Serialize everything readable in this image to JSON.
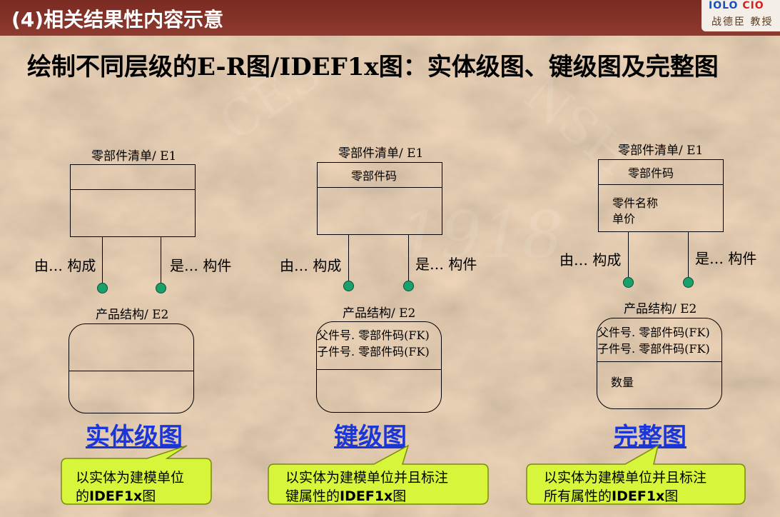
{
  "header": {
    "section_title": "(4)相关结果性内容示意",
    "logo_text_blue": "IOLO",
    "logo_text_red": "CIO",
    "logo_name": "战德臣 教授"
  },
  "slide": {
    "title_part1": "绘制不同层级的",
    "title_part2": "E-R图/IDEF1x图",
    "title_part3": "：实体级图、键级图及完整图"
  },
  "diagrams": [
    {
      "parent_entity": "零部件清单/ E1",
      "parent_key": "",
      "parent_attrs": [],
      "rel_left": "由… 构成",
      "rel_right": "是… 构件",
      "child_entity": "产品结构/ E2",
      "child_keys": [],
      "child_attrs": [],
      "level_label": "实体级图",
      "callout_line1": "以实体为建模单位",
      "callout_line2_plain": "的",
      "callout_line2_bold": "IDEF1x",
      "callout_line2_tail": "图"
    },
    {
      "parent_entity": "零部件清单/ E1",
      "parent_key": "零部件码",
      "parent_attrs": [],
      "rel_left": "由… 构成",
      "rel_right": "是… 构件",
      "child_entity": "产品结构/ E2",
      "child_keys": [
        "父件号. 零部件码(FK)",
        "子件号. 零部件码(FK)"
      ],
      "child_attrs": [],
      "level_label": "键级图",
      "callout_line1": "以实体为建模单位并且标注",
      "callout_line2_plain": "键属性的",
      "callout_line2_bold": "IDEF1x",
      "callout_line2_tail": "图"
    },
    {
      "parent_entity": "零部件清单/ E1",
      "parent_key": "零部件码",
      "parent_attrs": [
        "零件名称",
        "单价"
      ],
      "rel_left": "由… 构成",
      "rel_right": "是… 构件",
      "child_entity": "产品结构/ E2",
      "child_keys": [
        "父件号. 零部件码(FK)",
        "子件号. 零部件码(FK)"
      ],
      "child_attrs": [
        "数量"
      ],
      "level_label": "完整图",
      "callout_line1": "以实体为建模单位并且标注",
      "callout_line2_plain": "所有属性的",
      "callout_line2_bold": "IDEF1x",
      "callout_line2_tail": "图"
    }
  ],
  "colors": {
    "header_bar": "#8e3a2f",
    "link_blue": "#1a36d8",
    "callout_fill": "#d7f53a",
    "dot_green": "#1aa06a"
  }
}
